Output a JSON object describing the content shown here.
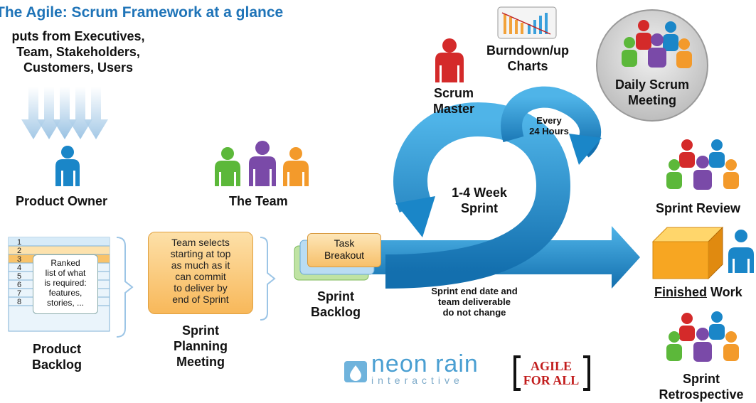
{
  "title": "The Agile: Scrum Framework at a glance",
  "inputs": {
    "line1": "puts from Executives,",
    "line2": "Team, Stakeholders,",
    "line3": "Customers, Users"
  },
  "product_owner": "Product Owner",
  "the_team": "The Team",
  "scrum_master": {
    "line1": "Scrum",
    "line2": "Master"
  },
  "burndown": {
    "line1": "Burndown/up",
    "line2": "Charts"
  },
  "daily_scrum": {
    "line1": "Daily Scrum",
    "line2": "Meeting"
  },
  "every_24": {
    "line1": "Every",
    "line2": "24 Hours"
  },
  "sprint_loop": {
    "line1": "1-4 Week",
    "line2": "Sprint"
  },
  "sprint_review": "Sprint Review",
  "finished_work": {
    "underlined": "Finished",
    "rest": " Work"
  },
  "sprint_retro": {
    "line1": "Sprint",
    "line2": "Retrospective"
  },
  "product_backlog": {
    "numbers": [
      "1",
      "2",
      "3",
      "4",
      "5",
      "6",
      "7",
      "8"
    ],
    "ranked_lines": [
      "Ranked",
      "list of what",
      "is required:",
      "features,",
      "stories, ..."
    ],
    "label1": "Product",
    "label2": "Backlog"
  },
  "planning": {
    "box_lines": [
      "Team selects",
      "starting at top",
      "as much as it",
      "can commit",
      "to deliver by",
      "end of Sprint"
    ],
    "label1": "Sprint",
    "label2": "Planning",
    "label3": "Meeting"
  },
  "sprint_backlog": {
    "task1": "Task",
    "task2": "Breakout",
    "label1": "Sprint",
    "label2": "Backlog"
  },
  "sprint_end": {
    "line1": "Sprint end date and",
    "line2": "team deliverable",
    "line3": "do not change"
  },
  "logos": {
    "neon": "neon rain",
    "neon_sub": "interactive",
    "agile1": "AGILE",
    "agile2": "FOR ALL"
  },
  "colors": {
    "title_blue": "#1f74b8",
    "arrow_blue": "#1a86c8",
    "orange": "#f8b85a",
    "red": "#d42a2a",
    "green": "#5cb83a",
    "purple": "#7a4aa8"
  }
}
